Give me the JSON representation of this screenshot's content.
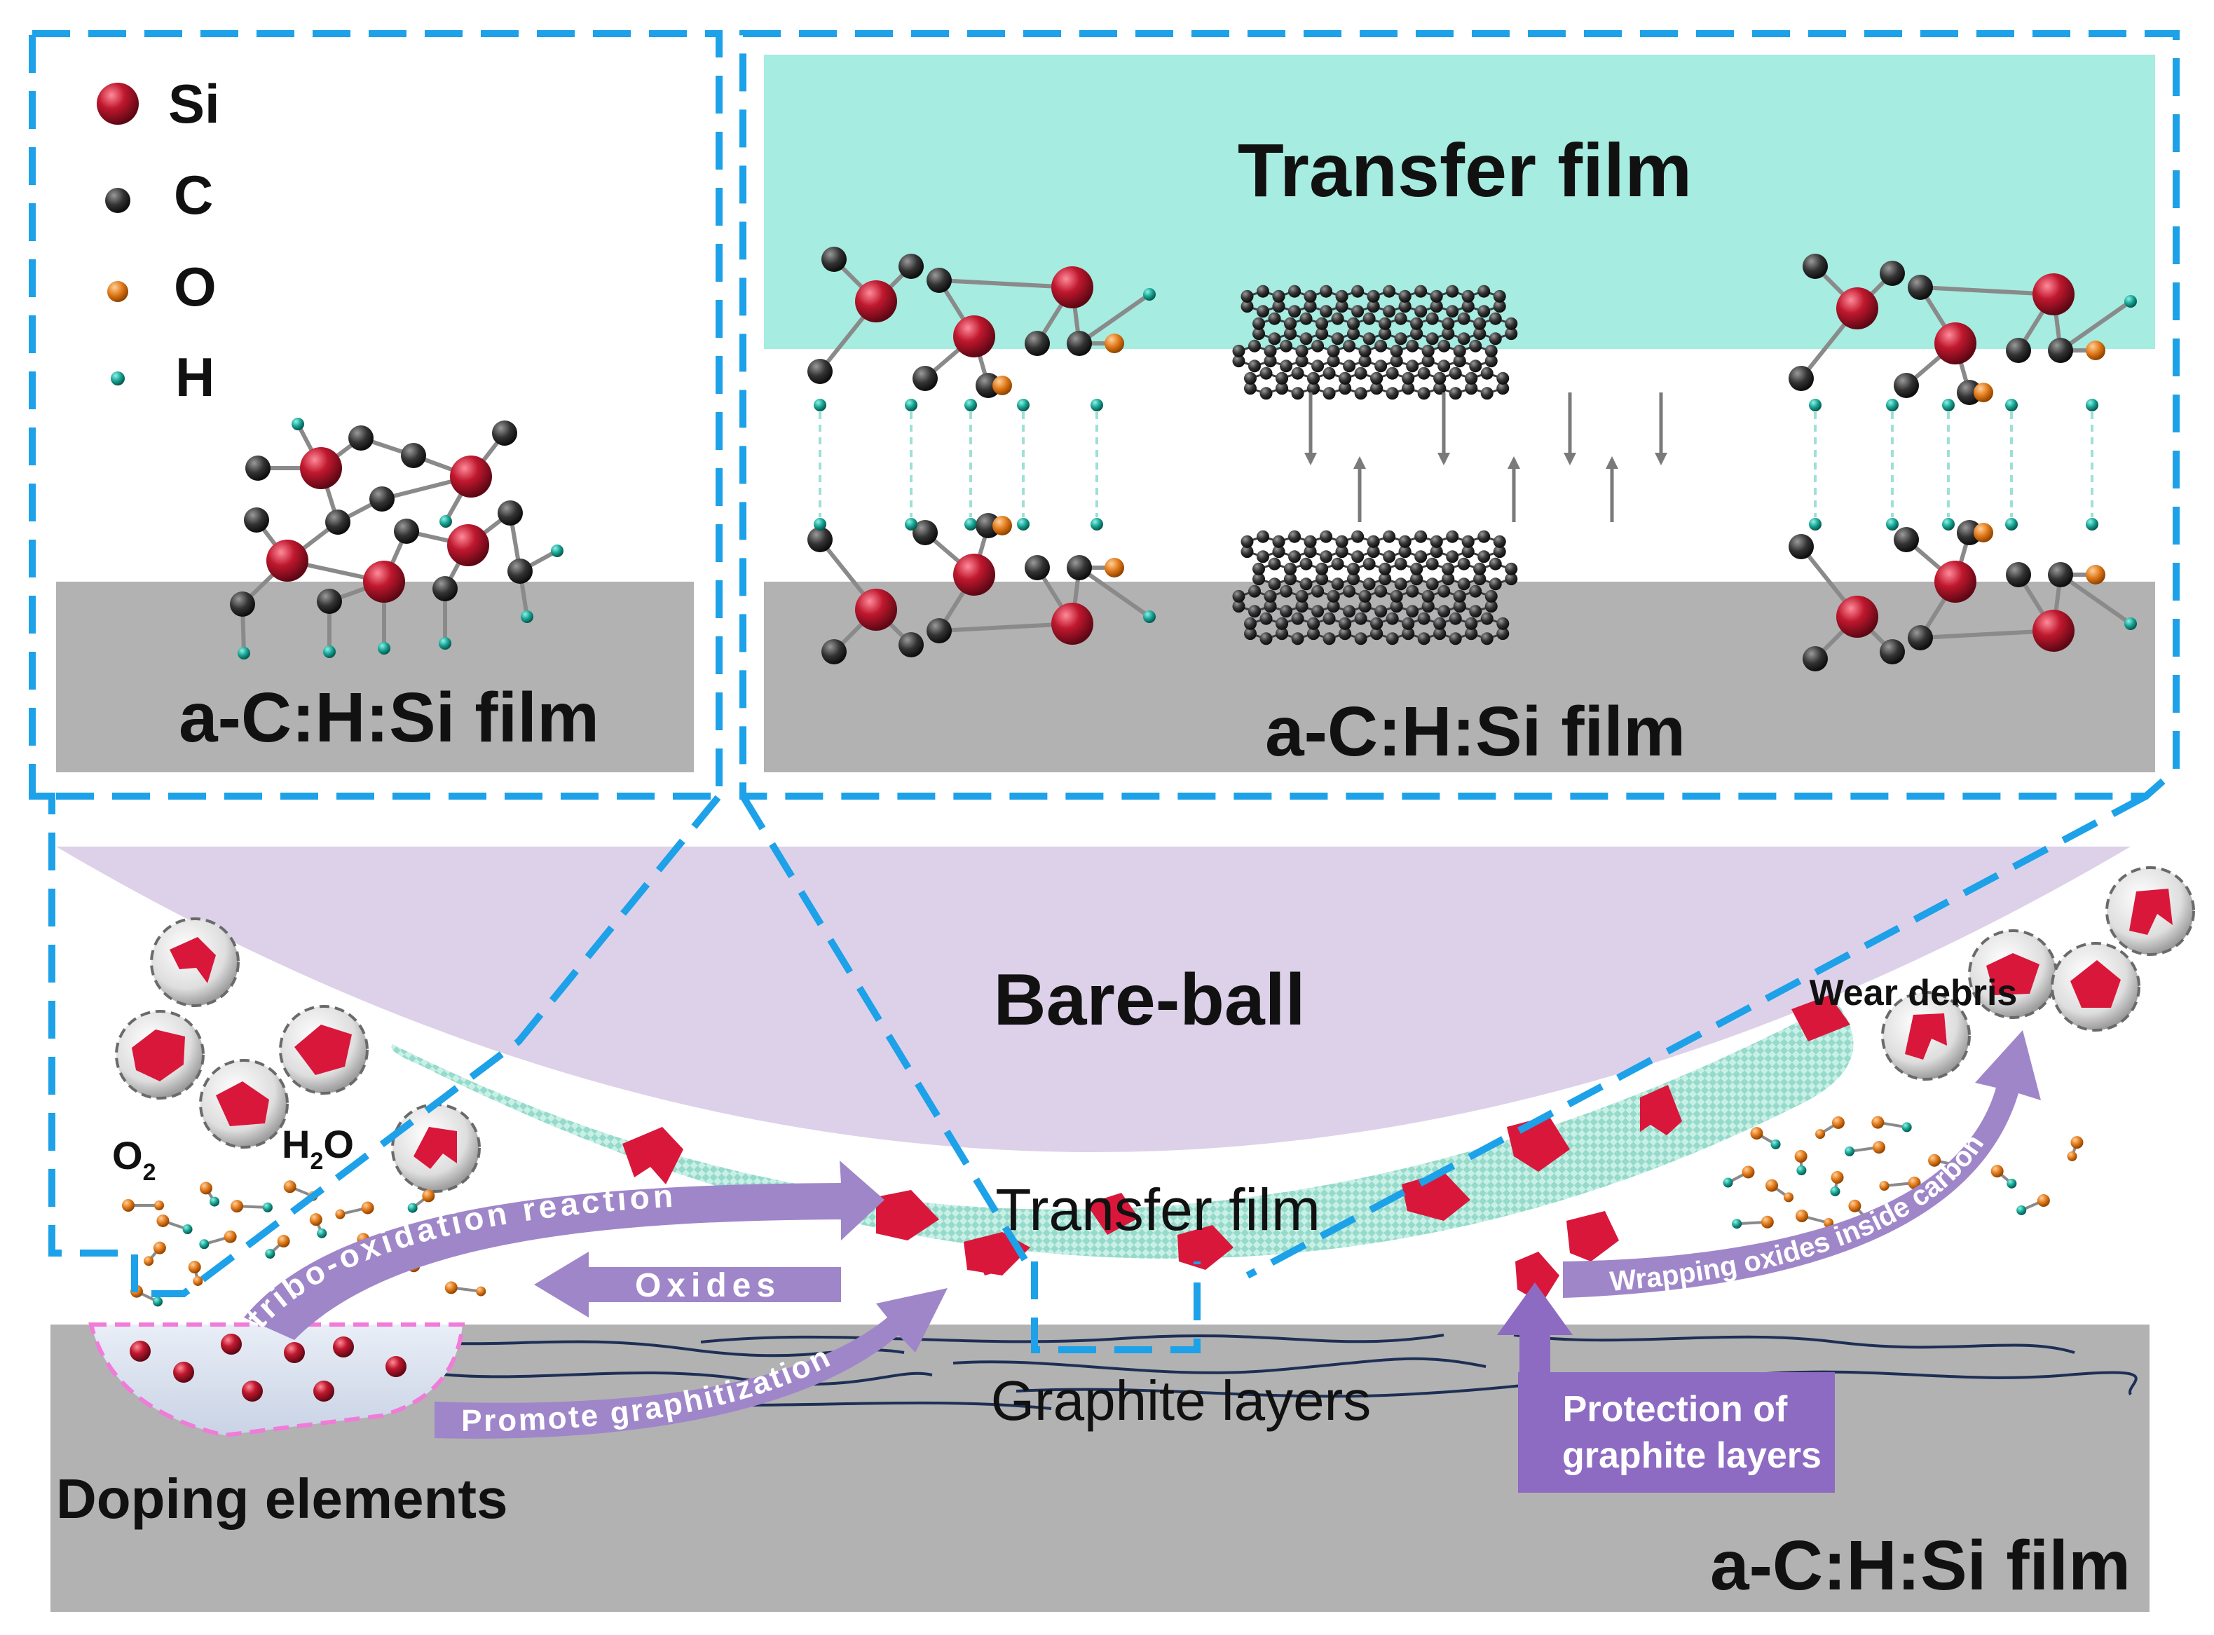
{
  "legend": {
    "items": [
      {
        "symbol": "Si",
        "color": "#c0182e"
      },
      {
        "symbol": "C",
        "color": "#3a3a3a"
      },
      {
        "symbol": "O",
        "color": "#e07818"
      },
      {
        "symbol": "H",
        "color": "#17a394"
      }
    ]
  },
  "left_panel": {
    "film_label": "a-C:H:Si film"
  },
  "right_panel": {
    "top_label": "Transfer film",
    "film_label": "a-C:H:Si film"
  },
  "main": {
    "ball_label": "Bare-ball",
    "transfer_film_label": "Transfer film",
    "wear_debris_label": "Wear debris",
    "o2_label": "O",
    "o2_sub": "2",
    "h2o_label_h": "H",
    "h2o_sub": "2",
    "h2o_label_o": "O",
    "tribo_label": "tribo-oxidation reaction",
    "oxides_label": "Oxides",
    "promote_label": "Promote graphitization",
    "graphite_label": "Graphite layers",
    "doping_label": "Doping elements",
    "protection_label_1": "Protection of",
    "protection_label_2": "graphite layers",
    "wrapping_label": "Wrapping oxides inside carbon",
    "film_label": "a-C:H:Si film"
  },
  "colors": {
    "dash_blue": "#1da1e8",
    "film_gray": "#b2b2b2",
    "transfer_teal": "#a6ece0",
    "ball_lavender": "#ddd1e9",
    "arrow_purple": "#9f86c9",
    "protection_purple": "#8d6bc2",
    "debris_red": "#d9173a"
  }
}
